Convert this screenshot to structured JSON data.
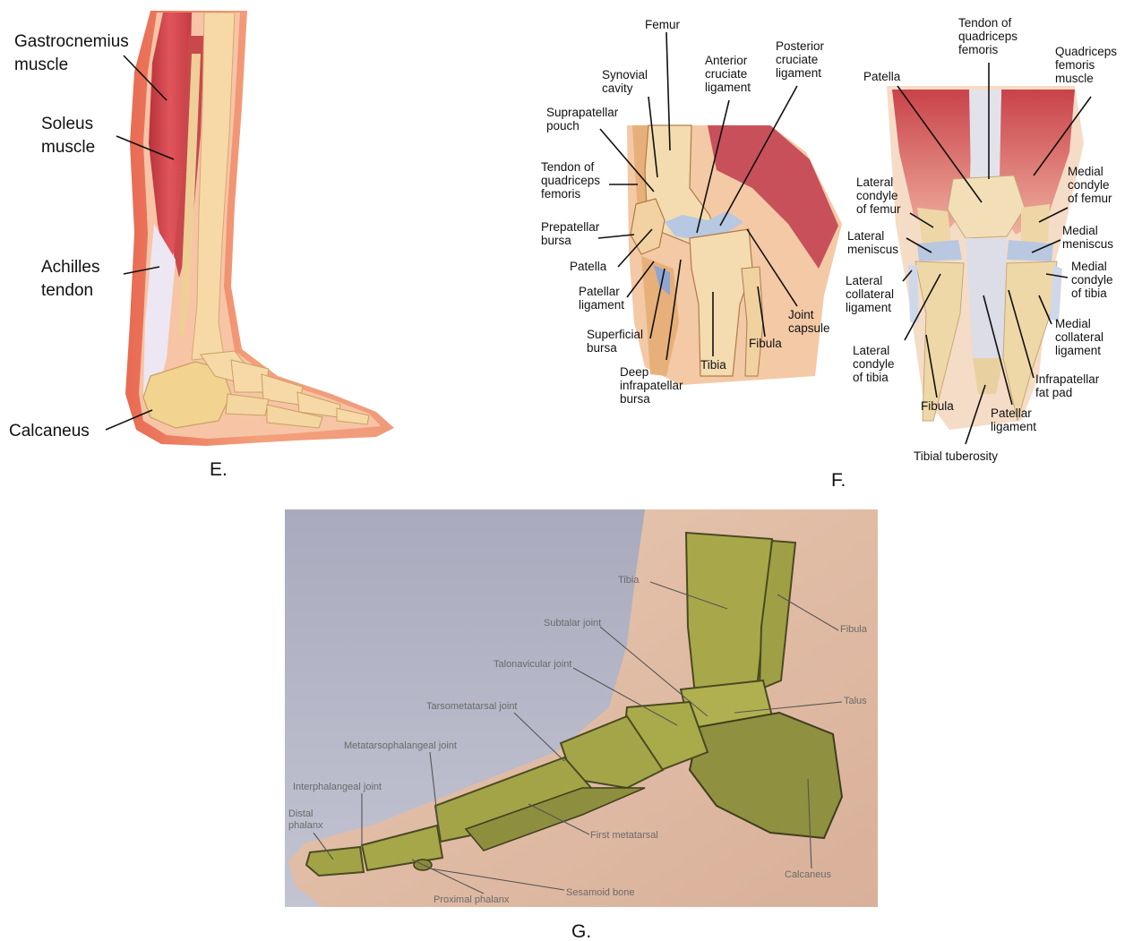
{
  "panels": {
    "E": {
      "letter": "E.",
      "labels": {
        "gastrocnemius": [
          "Gastrocnemius",
          "muscle"
        ],
        "soleus": [
          "Soleus",
          "muscle"
        ],
        "achilles": [
          "Achilles",
          "tendon"
        ],
        "calcaneus": [
          "Calcaneus"
        ]
      }
    },
    "F": {
      "letter": "F.",
      "sagittal": {
        "femur": [
          "Femur"
        ],
        "synovial_cavity": [
          "Synovial",
          "cavity"
        ],
        "suprapatellar_pouch": [
          "Suprapatellar",
          "pouch"
        ],
        "tendon_quadriceps": [
          "Tendon of",
          "quadriceps",
          "femoris"
        ],
        "prepatellar_bursa": [
          "Prepatellar",
          "bursa"
        ],
        "patella": [
          "Patella"
        ],
        "patellar_ligament": [
          "Patellar",
          "ligament"
        ],
        "superficial_bursa": [
          "Superficial",
          "bursa"
        ],
        "deep_infrapatellar_bursa": [
          "Deep",
          "infrapatellar",
          "bursa"
        ],
        "anterior_cruciate": [
          "Anterior",
          "cruciate",
          "ligament"
        ],
        "posterior_cruciate": [
          "Posterior",
          "cruciate",
          "ligament"
        ],
        "tibia": [
          "Tibia"
        ],
        "fibula": [
          "Fibula"
        ],
        "joint_capsule": [
          "Joint",
          "capsule"
        ]
      },
      "anterior": {
        "tendon_quadriceps": [
          "Tendon of",
          "quadriceps",
          "femoris"
        ],
        "quadriceps_muscle": [
          "Quadriceps",
          "femoris",
          "muscle"
        ],
        "patella": [
          "Patella"
        ],
        "lateral_condyle_femur": [
          "Lateral",
          "condyle",
          "of femur"
        ],
        "medial_condyle_femur": [
          "Medial",
          "condyle",
          "of femur"
        ],
        "lateral_meniscus": [
          "Lateral",
          "meniscus"
        ],
        "medial_meniscus": [
          "Medial",
          "meniscus"
        ],
        "lateral_collateral": [
          "Lateral",
          "collateral",
          "ligament"
        ],
        "medial_condyle_tibia": [
          "Medial",
          "condyle",
          "of tibia"
        ],
        "medial_collateral": [
          "Medial",
          "collateral",
          "ligament"
        ],
        "lateral_condyle_tibia": [
          "Lateral",
          "condyle",
          "of tibia"
        ],
        "infrapatellar_fat_pad": [
          "Infrapatellar",
          "fat pad"
        ],
        "fibula": [
          "Fibula"
        ],
        "patellar_ligament": [
          "Patellar",
          "ligament"
        ],
        "tibial_tuberosity": [
          "Tibial tuberosity"
        ]
      }
    },
    "G": {
      "letter": "G.",
      "labels": {
        "tibia": "Tibia",
        "fibula": "Fibula",
        "subtalar": "Subtalar joint",
        "talonavicular": "Talonavicular joint",
        "talus": "Talus",
        "tarsometatarsal": "Tarsometatarsal joint",
        "metatarsophalangeal": "Metatarsophalangeal joint",
        "interphalangeal": "Interphalangeal joint",
        "distal_phalanx": [
          "Distal",
          "phalanx"
        ],
        "first_metatarsal": "First metatarsal",
        "calcaneus": "Calcaneus",
        "proximal_phalanx": "Proximal phalanx",
        "sesamoid": "Sesamoid bone"
      }
    }
  },
  "colors": {
    "muscle": "#d84a50",
    "skin": "#f3a27a",
    "bone": "#f6d9a6",
    "tendon": "#e8e4f0",
    "photo_bg": "#b5b6c6",
    "photo_bone": "#a7a94a"
  }
}
